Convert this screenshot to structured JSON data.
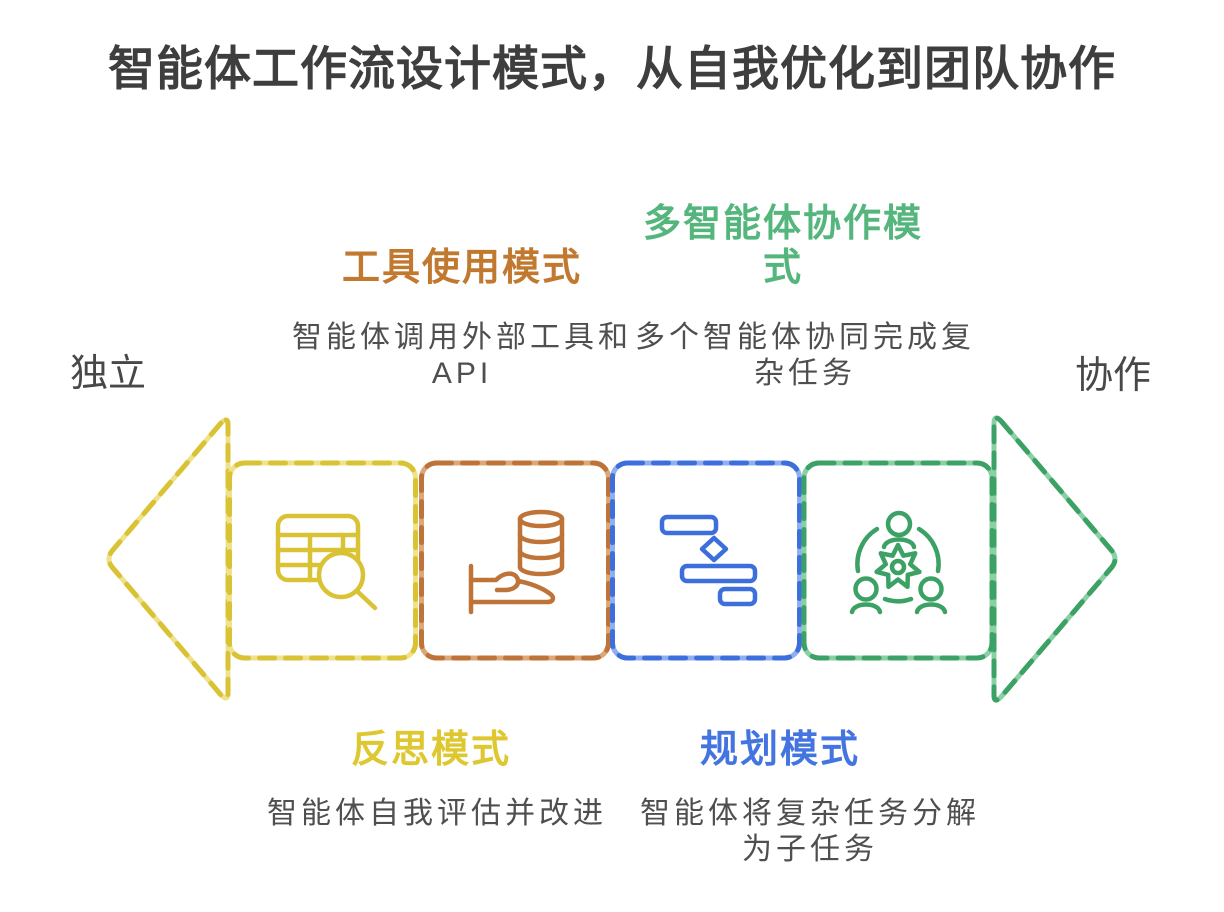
{
  "title": "智能体工作流设计模式，从自我优化到团队协作",
  "axis": {
    "left_label": "独立",
    "right_label": "协作"
  },
  "patterns": [
    {
      "name": "反思模式",
      "description": "智能体自我评估并改进",
      "label_position": "bottom",
      "icon": "table-search-icon",
      "color": "#dfc72f"
    },
    {
      "name": "工具使用模式",
      "description": "智能体调用外部工具和API",
      "label_position": "top",
      "icon": "hand-database-icon",
      "color": "#c1792f"
    },
    {
      "name": "规划模式",
      "description": "智能体将复杂任务分解为子任务",
      "label_position": "bottom",
      "icon": "gantt-chart-icon",
      "color": "#4374e0"
    },
    {
      "name": "多智能体协作模式",
      "description": "多个智能体协同完成复杂任务",
      "label_position": "top",
      "icon": "team-gear-icon",
      "color": "#55b67d"
    }
  ],
  "arrow": {
    "left_head_color": "#d9c233",
    "right_head_color": "#3ca164",
    "box_colors": [
      "#d9c233",
      "#be7338",
      "#3c6fdc",
      "#3ca164"
    ]
  },
  "text_colors": {
    "title": "#3e3e3e",
    "side_labels": "#48484b",
    "descriptions": "#4f4f4f"
  }
}
